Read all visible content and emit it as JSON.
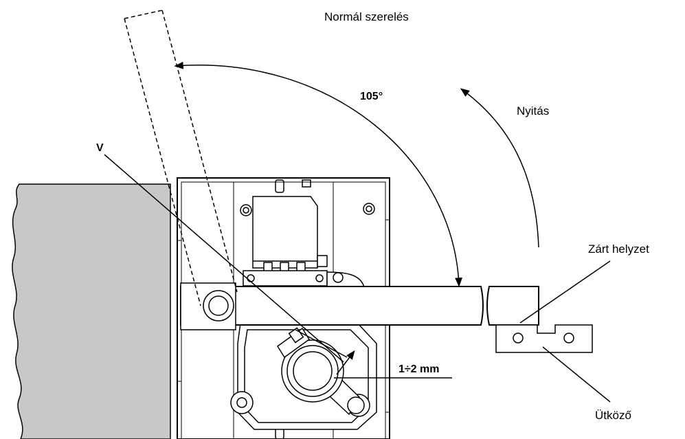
{
  "labels": {
    "title": "Normál szerelés",
    "opening_angle": "105°",
    "opening_direction": "Nyitás",
    "reference_point": "V",
    "closed_position": "Zárt helyzet",
    "clearance": "1÷2 mm",
    "end_stop": "Ütköző"
  },
  "opening_angle_degrees": 105,
  "colors": {
    "wall_fill": "#c8c8c8",
    "line": "#000000",
    "background": "#ffffff"
  }
}
